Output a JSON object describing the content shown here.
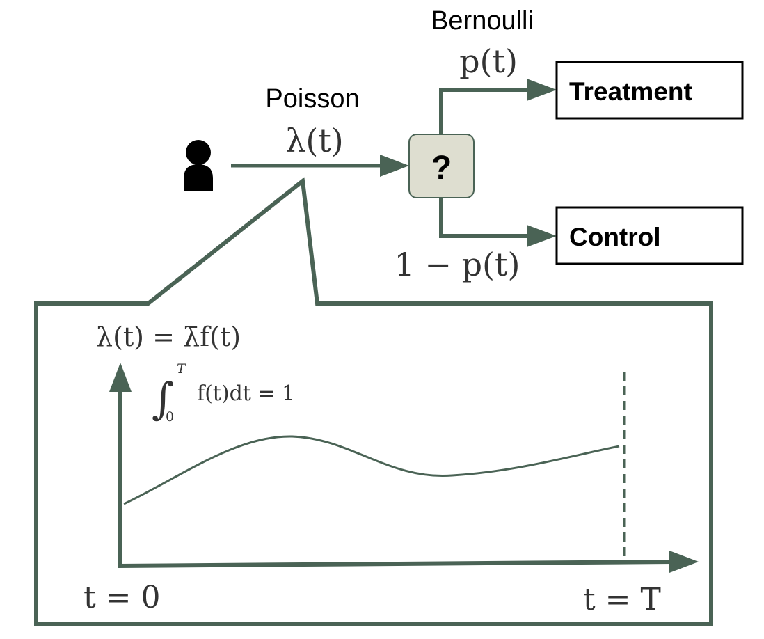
{
  "colors": {
    "line": "#4a6355",
    "decision_fill": "#deded0",
    "ink": "#000000",
    "math_ink": "#333333"
  },
  "icons": {
    "person": "person-icon",
    "decision": "question-mark-icon"
  },
  "arrival": {
    "process_label": "Poisson",
    "rate_label": "λ(t)"
  },
  "assignment": {
    "process_label": "Bernoulli",
    "decision_symbol": "?",
    "treatment_prob": "p(t)",
    "control_prob": "1 − p(t)"
  },
  "outcomes": {
    "treatment": "Treatment",
    "control": "Control"
  },
  "intensity_panel": {
    "formula_lhs": "λ(t) = ",
    "formula_lambda_bar": "λ̄",
    "formula_rhs": "f(t)",
    "integral_sign": "∫",
    "integral_upper": "T",
    "integral_lower": "0",
    "integral_body": "f(t)dt = 1",
    "start_label": "t = 0",
    "end_label": "t = T"
  }
}
